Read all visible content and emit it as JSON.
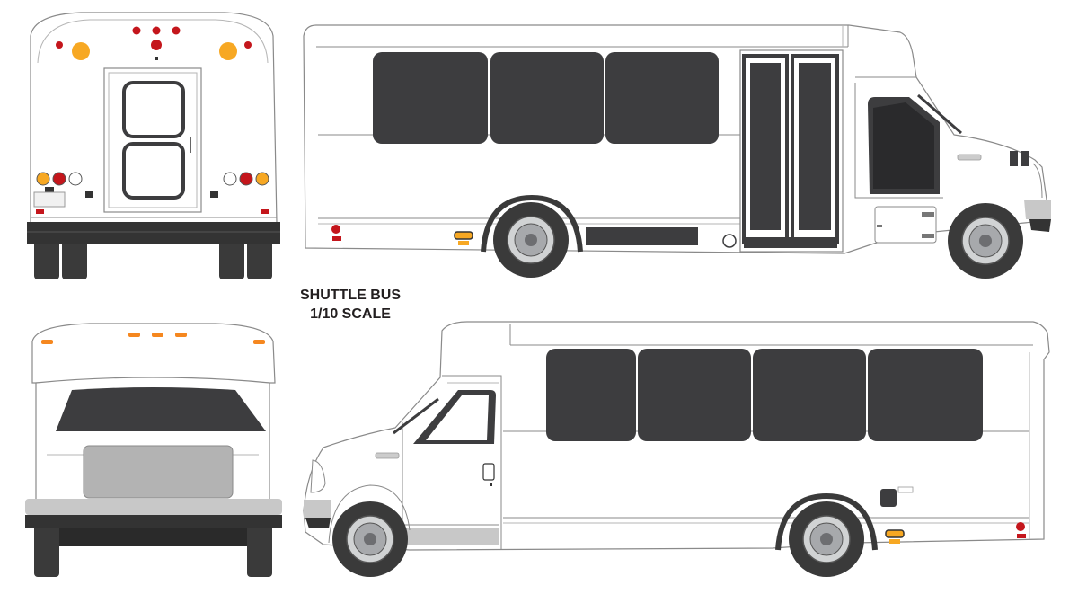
{
  "title": {
    "line1": "SHUTTLE BUS",
    "line2": "1/10 SCALE"
  },
  "colors": {
    "body": "#ffffff",
    "outline": "#8a8a8a",
    "glass": "#3d3d3f",
    "tire": "#3a3a3a",
    "bumper_dark": "#333333",
    "bumper_light": "#c8c8c8",
    "grille": "#b3b3b3",
    "amber": "#f7a823",
    "red": "#c4161c",
    "marker_orange": "#f5871f",
    "rim": "#a7a9ac"
  },
  "views": [
    "rear-view",
    "right-side-view",
    "front-view",
    "left-side-view"
  ]
}
